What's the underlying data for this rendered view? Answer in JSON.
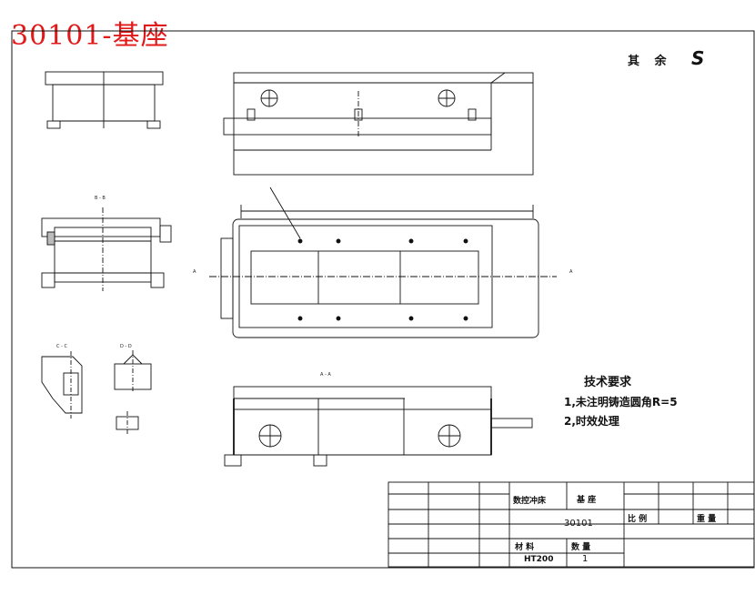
{
  "drawing_title": "30101-基座",
  "roughness": {
    "label": "其 余",
    "symbol": "S"
  },
  "technical_requirements": {
    "heading": "技术要求",
    "items": [
      "1,未注明铸造圆角R=5",
      "2,时效处理"
    ]
  },
  "section_labels": [
    "A - A",
    "B - B",
    "C - C",
    "D - D",
    "A",
    "A"
  ],
  "title_block": {
    "machine": "数控冲床",
    "part_name": "基 座",
    "drawing_no": "30101",
    "scale_label": "比 例",
    "weight_label": "重 量",
    "material_label": "材 料",
    "quantity_label": "数 量",
    "material": "HT200",
    "quantity": "1"
  }
}
